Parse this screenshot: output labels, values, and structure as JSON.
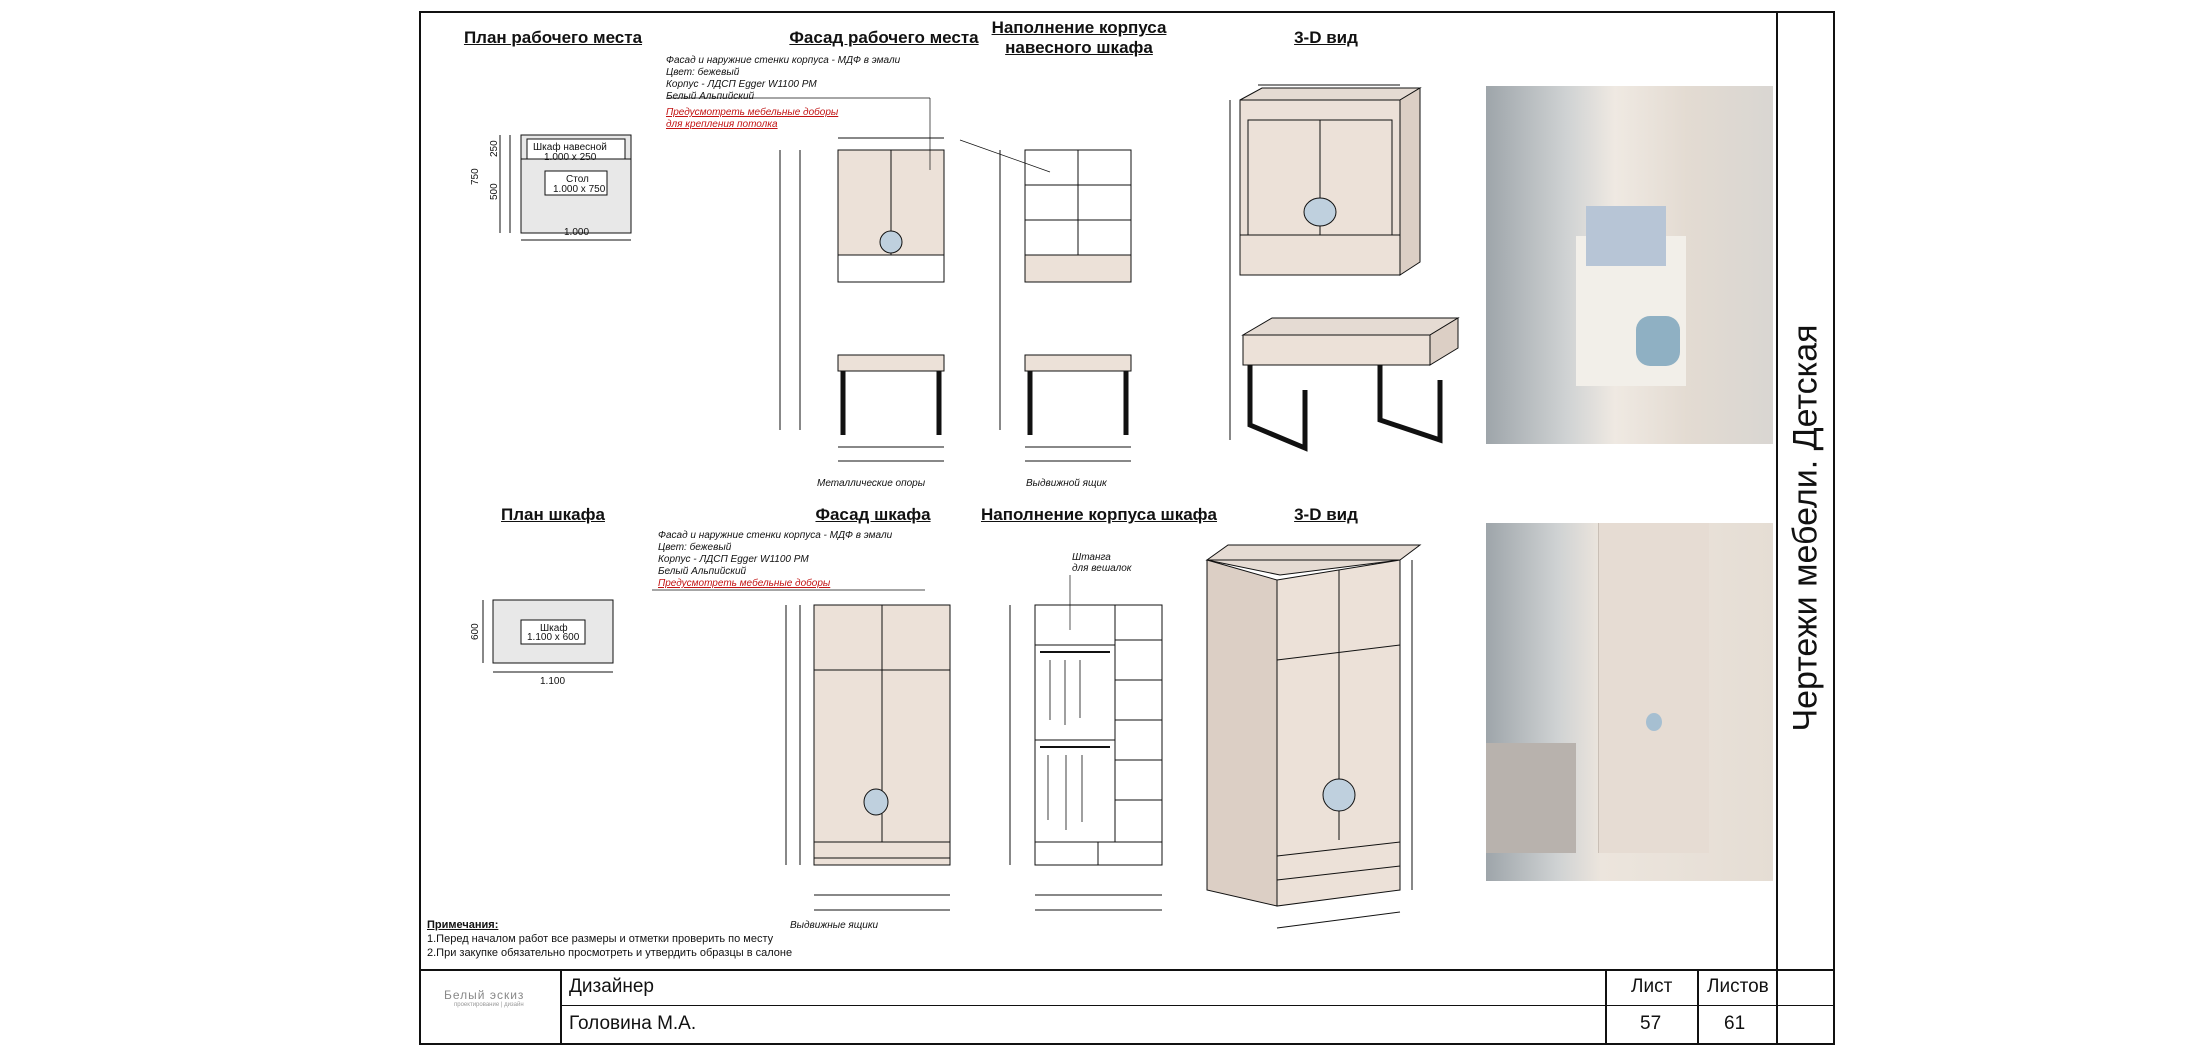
{
  "titles": {
    "workspace_plan": "План рабочего места",
    "workspace_facade": "Фасад рабочего места",
    "wall_cabinet_fill": "Наполнение корпуса навесного шкафа",
    "view3d_top": "3-D вид",
    "wardrobe_plan": "План шкафа",
    "wardrobe_facade": "Фасад шкафа",
    "wardrobe_fill": "Наполнение корпуса шкафа",
    "view3d_bottom": "3-D вид"
  },
  "notes_top": {
    "line1": "Фасад и наружние стенки корпуса - МДФ в эмали",
    "line2": "Цвет: бежевый",
    "line3": "Корпус - ЛДСП Egger W1100 PM",
    "line4": "Белый Альпийский",
    "red1": "Предусмотреть мебельные доборы",
    "red2": "для крепления потолка"
  },
  "notes_bottom": {
    "line1": "Фасад и наружние стенки корпуса - МДФ в эмали",
    "line2": "Цвет: бежевый",
    "line3": "Корпус - ЛДСП Egger W1100 PM",
    "line4": "Белый Альпийский",
    "red1": "Предусмотреть мебельные доборы"
  },
  "plan_workspace": {
    "cabinet_label": "Шкаф навесной",
    "cabinet_size": "1.000 x 250",
    "desk_label": "Стол",
    "desk_size": "1.000 x 750",
    "dim_total": "1.000",
    "dim_depth": "750",
    "dim_250": "250",
    "dim_500": "500"
  },
  "plan_wardrobe": {
    "label": "Шкаф",
    "size": "1.100 x 600",
    "dim_width": "1.100",
    "dim_depth": "600"
  },
  "captions": {
    "metal_supports": "Металлические опоры",
    "drawer": "Выдвижной ящик",
    "rod": "Штанга",
    "rod2": "для вешалок",
    "drawers": "Выдвижные ящики"
  },
  "remarks": {
    "title": "Примечания:",
    "item1": "1.Перед началом работ все размеры и отметки проверить по месту",
    "item2": "2.При закупке обязательно просмотреть и утвердить образцы в салоне"
  },
  "titleblock": {
    "logo": "Белый эскиз",
    "logo_sub": "проектирование | дизайн",
    "role": "Дизайнер",
    "name": "Головина М.А.",
    "sheet_label": "Лист",
    "sheet_num": "57",
    "sheets_label": "Листов",
    "sheets_num": "61"
  },
  "side_title": "Чертежи мебели. Детская"
}
